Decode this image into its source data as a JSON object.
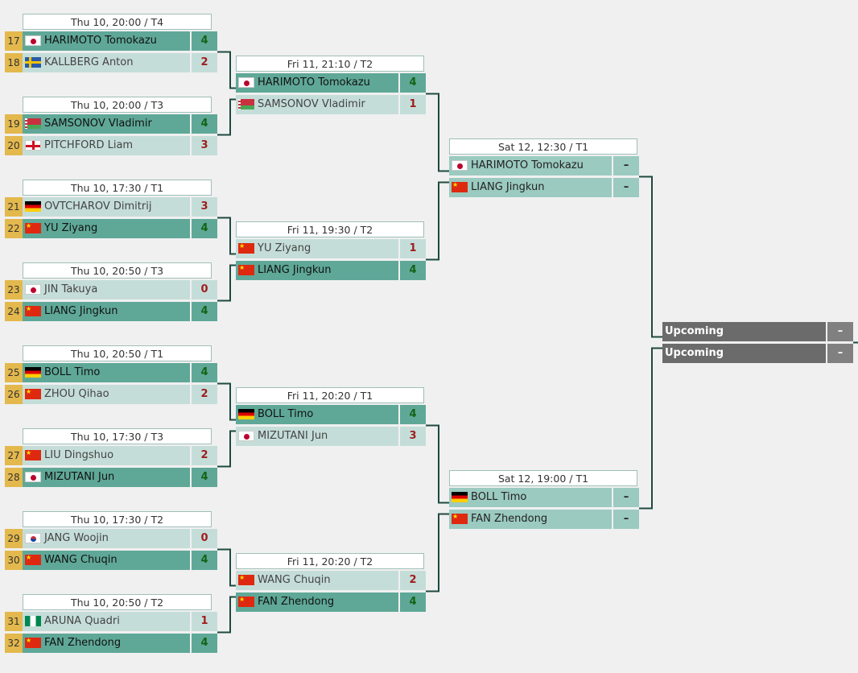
{
  "colors": {
    "seed": "#e3b84d",
    "winner_row": "#5fa898",
    "loser_row": "#c5ddd8",
    "pending_row": "#9bcac0",
    "upcoming_row": "#6b6b6b",
    "win_score": "#146314",
    "lose_score": "#9e1c1c",
    "connector": "#1e4a40"
  },
  "rounds": [
    {
      "matches": [
        {
          "header": "Thu 10, 20:00 / T4",
          "players": [
            {
              "seed": "17",
              "flag": "jp",
              "name": "HARIMOTO Tomokazu",
              "score": "4",
              "status": "win"
            },
            {
              "seed": "18",
              "flag": "se",
              "name": "KALLBERG Anton",
              "score": "2",
              "status": "lose"
            }
          ]
        },
        {
          "header": "Thu 10, 20:00 / T3",
          "players": [
            {
              "seed": "19",
              "flag": "by",
              "name": "SAMSONOV Vladimir",
              "score": "4",
              "status": "win"
            },
            {
              "seed": "20",
              "flag": "en",
              "name": "PITCHFORD Liam",
              "score": "3",
              "status": "lose"
            }
          ]
        },
        {
          "header": "Thu 10, 17:30 / T1",
          "players": [
            {
              "seed": "21",
              "flag": "de",
              "name": "OVTCHAROV Dimitrij",
              "score": "3",
              "status": "lose"
            },
            {
              "seed": "22",
              "flag": "cn",
              "name": "YU Ziyang",
              "score": "4",
              "status": "win"
            }
          ]
        },
        {
          "header": "Thu 10, 20:50 / T3",
          "players": [
            {
              "seed": "23",
              "flag": "jp",
              "name": "JIN Takuya",
              "score": "0",
              "status": "lose"
            },
            {
              "seed": "24",
              "flag": "cn",
              "name": "LIANG Jingkun",
              "score": "4",
              "status": "win"
            }
          ]
        },
        {
          "header": "Thu 10, 20:50 / T1",
          "players": [
            {
              "seed": "25",
              "flag": "de",
              "name": "BOLL Timo",
              "score": "4",
              "status": "win"
            },
            {
              "seed": "26",
              "flag": "cn",
              "name": "ZHOU Qihao",
              "score": "2",
              "status": "lose"
            }
          ]
        },
        {
          "header": "Thu 10, 17:30 / T3",
          "players": [
            {
              "seed": "27",
              "flag": "cn",
              "name": "LIU Dingshuo",
              "score": "2",
              "status": "lose"
            },
            {
              "seed": "28",
              "flag": "jp",
              "name": "MIZUTANI Jun",
              "score": "4",
              "status": "win"
            }
          ]
        },
        {
          "header": "Thu 10, 17:30 / T2",
          "players": [
            {
              "seed": "29",
              "flag": "kr",
              "name": "JANG Woojin",
              "score": "0",
              "status": "lose"
            },
            {
              "seed": "30",
              "flag": "cn",
              "name": "WANG Chuqin",
              "score": "4",
              "status": "win"
            }
          ]
        },
        {
          "header": "Thu 10, 20:50 / T2",
          "players": [
            {
              "seed": "31",
              "flag": "ng",
              "name": "ARUNA Quadri",
              "score": "1",
              "status": "lose"
            },
            {
              "seed": "32",
              "flag": "cn",
              "name": "FAN Zhendong",
              "score": "4",
              "status": "win"
            }
          ]
        }
      ]
    },
    {
      "matches": [
        {
          "header": "Fri 11, 21:10 / T2",
          "players": [
            {
              "seed": "",
              "flag": "jp",
              "name": "HARIMOTO Tomokazu",
              "score": "4",
              "status": "win"
            },
            {
              "seed": "",
              "flag": "by",
              "name": "SAMSONOV Vladimir",
              "score": "1",
              "status": "lose"
            }
          ]
        },
        {
          "header": "Fri 11, 19:30 / T2",
          "players": [
            {
              "seed": "",
              "flag": "cn",
              "name": "YU Ziyang",
              "score": "1",
              "status": "lose"
            },
            {
              "seed": "",
              "flag": "cn",
              "name": "LIANG Jingkun",
              "score": "4",
              "status": "win"
            }
          ]
        },
        {
          "header": "Fri 11, 20:20 / T1",
          "players": [
            {
              "seed": "",
              "flag": "de",
              "name": "BOLL Timo",
              "score": "4",
              "status": "win"
            },
            {
              "seed": "",
              "flag": "jp",
              "name": "MIZUTANI Jun",
              "score": "3",
              "status": "lose"
            }
          ]
        },
        {
          "header": "Fri 11, 20:20 / T2",
          "players": [
            {
              "seed": "",
              "flag": "cn",
              "name": "WANG Chuqin",
              "score": "2",
              "status": "lose"
            },
            {
              "seed": "",
              "flag": "cn",
              "name": "FAN Zhendong",
              "score": "4",
              "status": "win"
            }
          ]
        }
      ]
    },
    {
      "matches": [
        {
          "header": "Sat 12, 12:30 / T1",
          "players": [
            {
              "seed": "",
              "flag": "jp",
              "name": "HARIMOTO Tomokazu",
              "score": "–",
              "status": "pend"
            },
            {
              "seed": "",
              "flag": "cn",
              "name": "LIANG Jingkun",
              "score": "–",
              "status": "pend"
            }
          ]
        },
        {
          "header": "Sat 12, 19:00 / T1",
          "players": [
            {
              "seed": "",
              "flag": "de",
              "name": "BOLL Timo",
              "score": "–",
              "status": "pend"
            },
            {
              "seed": "",
              "flag": "cn",
              "name": "FAN Zhendong",
              "score": "–",
              "status": "pend"
            }
          ]
        }
      ]
    },
    {
      "matches": [
        {
          "header": "",
          "players": [
            {
              "seed": "",
              "flag": "",
              "name": "Upcoming",
              "score": "–",
              "status": "upc"
            },
            {
              "seed": "",
              "flag": "",
              "name": "Upcoming",
              "score": "–",
              "status": "upc"
            }
          ]
        }
      ]
    }
  ]
}
